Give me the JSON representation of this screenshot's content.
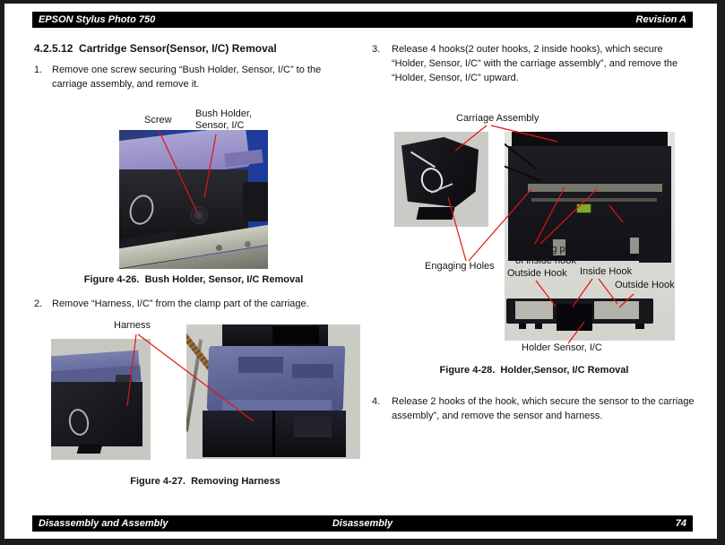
{
  "header": {
    "product": "EPSON Stylus Photo 750",
    "revision": "Revision A"
  },
  "footer": {
    "left": "Disassembly and Assembly",
    "center": "Disassembly",
    "page_number": "74"
  },
  "section": {
    "title": "4.2.5.12  Cartridge Sensor(Sensor, I/C) Removal"
  },
  "steps": [
    {
      "num": "1.",
      "text": "Remove one screw securing “Bush Holder, Sensor, I/C” to the carriage assembly, and remove it."
    },
    {
      "num": "2.",
      "text": "Remove “Harness, I/C” from the clamp part of the carriage."
    },
    {
      "num": "3.",
      "text": "Release 4 hooks(2 outer hooks, 2 inside hooks), which secure “Holder, Sensor, I/C” with the carriage assembly”, and remove the “Holder, Sensor, I/C” upward."
    },
    {
      "num": "4.",
      "text": "Release 2 hooks of the hook, which secure the sensor to the carriage assembly”, and remove the sensor and harness."
    }
  ],
  "figures": {
    "fig26": {
      "caption": "Figure 4-26.  Bush Holder, Sensor, I/C Removal",
      "labels": {
        "screw": "Screw",
        "bush_holder": "Bush Holder,\nSensor, I/C"
      }
    },
    "fig27": {
      "caption": "Figure 4-27.  Removing Harness",
      "labels": {
        "harness": "Harness"
      }
    },
    "fig28": {
      "caption": "Figure 4-28.  Holder,Sensor, I/C Removal",
      "labels": {
        "carriage_assembly": "Carriage Assembly",
        "engaging_hole": "Engaging Hole",
        "engaging_part_of_inside_hook": "Engaging part\nof inside hook",
        "engaging_holes": "Engaging Holes",
        "outside_hook_left": "Outside Hook",
        "inside_hook": "Inside Hook",
        "outside_hook_right": "Outside Hook",
        "holder_sensor": "Holder Sensor, I/C"
      }
    }
  },
  "colors": {
    "leader_line": "#e51212",
    "bar_background": "#000000",
    "page_background": "#ffffff"
  }
}
